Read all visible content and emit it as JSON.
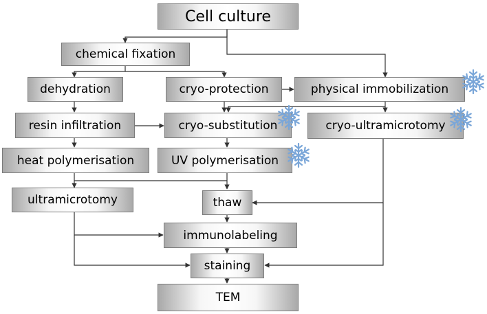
{
  "nodes": {
    "cell_culture": "Cell culture",
    "chemical_fixation": "chemical fixation",
    "dehydration": "dehydration",
    "cryo_protection": "cryo-protection",
    "physical_immobilization": "physical immobilization",
    "resin_infiltration": "resin infiltration",
    "cryo_substitution": "cryo-substitution",
    "cryo_ultramicrotomy": "cryo-ultramicrotomy",
    "heat_polymerisation": "heat polymerisation",
    "uv_polymerisation": "UV polymerisation",
    "ultramicrotomy": "ultramicrotomy",
    "thaw": "thaw",
    "immunolabeling": "immunolabeling",
    "staining": "staining",
    "tem": "TEM"
  },
  "colors": {
    "line": "#333333",
    "box_border": "#7a7a7a",
    "snowflake": "#7aa6d8"
  },
  "icons": [
    "snowflake-icon"
  ]
}
